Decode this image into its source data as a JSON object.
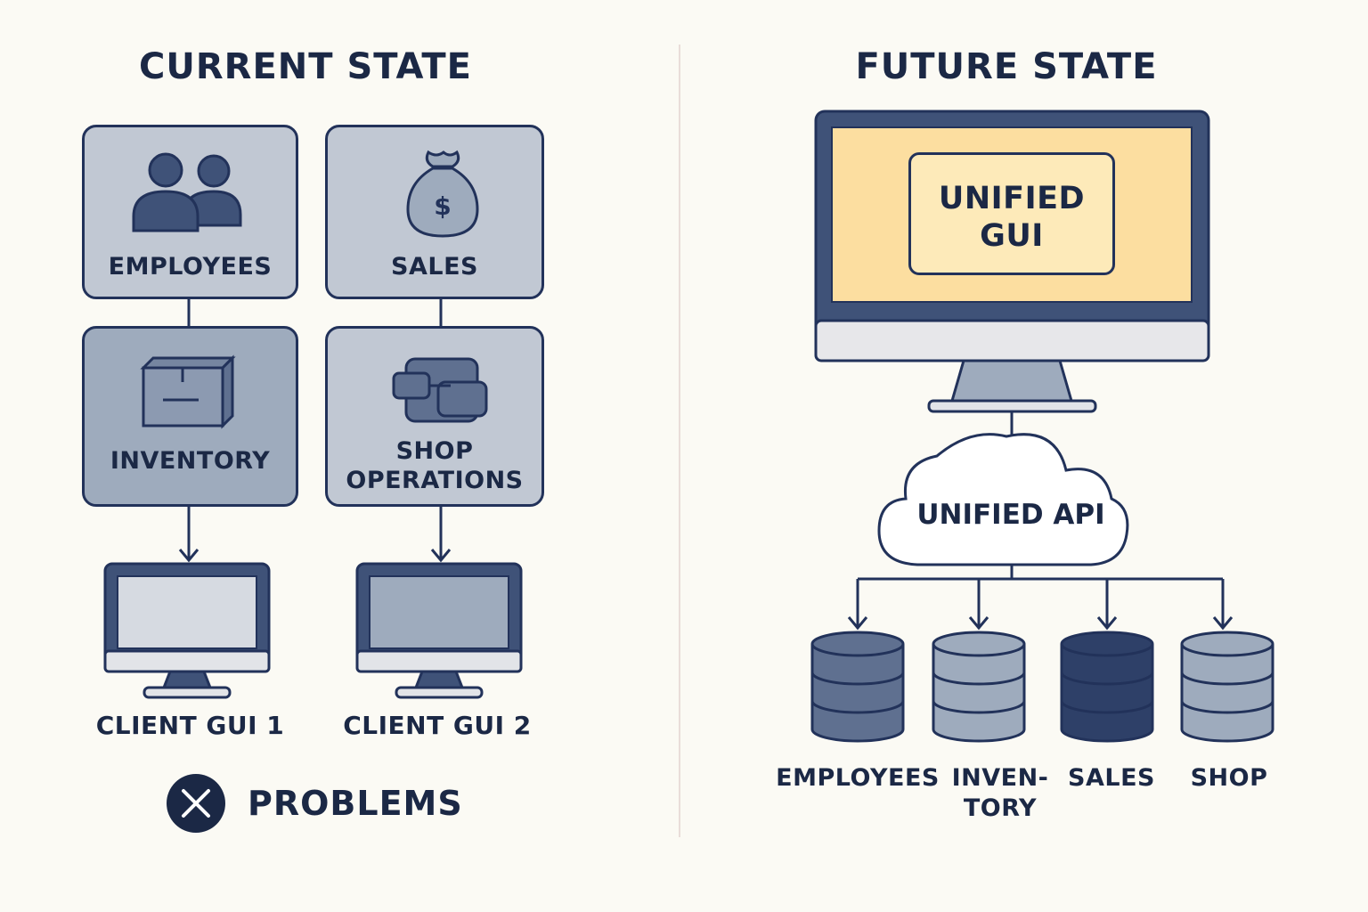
{
  "current": {
    "title": "CURRENT STATE",
    "boxes": {
      "employees": "EMPLOYEES",
      "sales": "SALES",
      "inventory": "INVENTORY",
      "shop_line1": "SHOP",
      "shop_line2": "OPERATIONS"
    },
    "clients": [
      "CLIENT GUI 1",
      "CLIENT GUI 2"
    ],
    "sales_icon_symbol": "$",
    "problems_label": "PROBLEMS"
  },
  "future": {
    "title": "FUTURE STATE",
    "gui_line1": "UNIFIED",
    "gui_line2": "GUI",
    "api_label": "UNIFIED API",
    "databases": [
      {
        "line1": "EMPLOYEES",
        "line2": ""
      },
      {
        "line1": "INVEN-",
        "line2": "TORY"
      },
      {
        "line1": "SALES",
        "line2": ""
      },
      {
        "line1": "SHOP",
        "line2": ""
      }
    ]
  },
  "colors": {
    "navy": "#22325a",
    "box_light": "#c1c8d3",
    "box_medium": "#9eabbd",
    "screen_yellow": "#fcdea0",
    "background": "#fbfaf4"
  },
  "icons": [
    "people-icon",
    "money-bag-icon",
    "box-icon",
    "truck-icon",
    "monitor-icon",
    "close-icon",
    "cloud-icon",
    "database-icon"
  ]
}
